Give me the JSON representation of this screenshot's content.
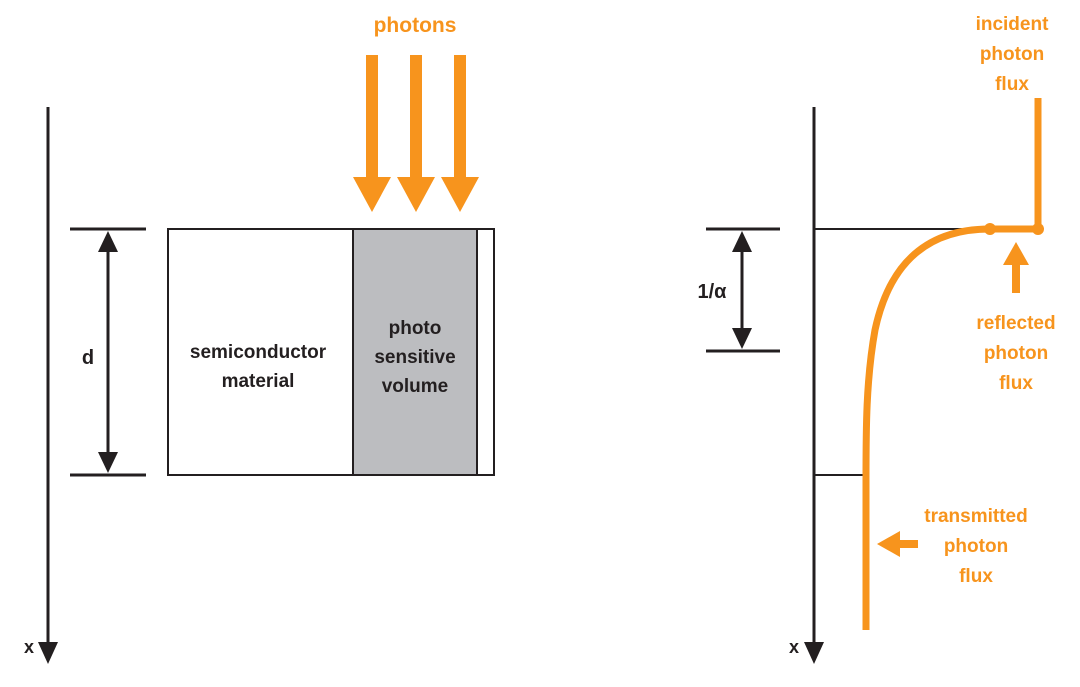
{
  "labels": {
    "photons": "photons",
    "semiconductor_line1": "semiconductor",
    "semiconductor_line2": "material",
    "photo_line1": "photo",
    "photo_line2": "sensitive",
    "photo_line3": "volume",
    "thickness": "d",
    "absorption_depth": "1/α",
    "x_axis_left": "x",
    "x_axis_right": "x",
    "incident_line1": "incident",
    "incident_line2": "photon",
    "incident_line3": "flux",
    "reflected_line1": "reflected",
    "reflected_line2": "photon",
    "reflected_line3": "flux",
    "transmitted_line1": "transmitted",
    "transmitted_line2": "photon",
    "transmitted_line3": "flux"
  },
  "colors": {
    "accent": "#f7941d",
    "line": "#231f20",
    "photo_volume_fill": "#bcbdc0"
  }
}
